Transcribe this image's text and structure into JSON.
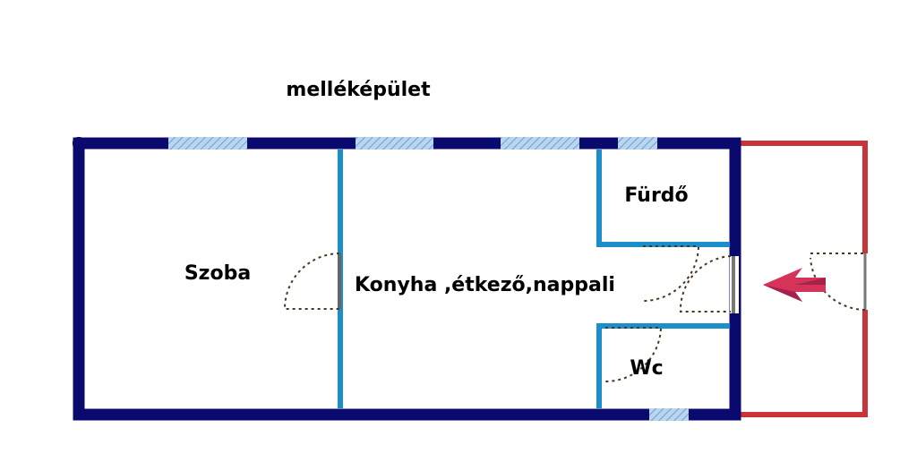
{
  "title": "melléképület",
  "rooms": {
    "szoba": "Szoba",
    "konyha": "Konyha ,étkező,nappali",
    "furdo": "Fürdő",
    "wc": "Wc"
  },
  "colors": {
    "outer_wall": "#0a0a6e",
    "inner_wall": "#1a8fc9",
    "annex_wall": "#c9343a",
    "arrow": "#d6335a",
    "window_fill": "#a9cbe8",
    "door_swing": "#4a3520"
  },
  "icons": {
    "entry": "entry-arrow-icon"
  }
}
